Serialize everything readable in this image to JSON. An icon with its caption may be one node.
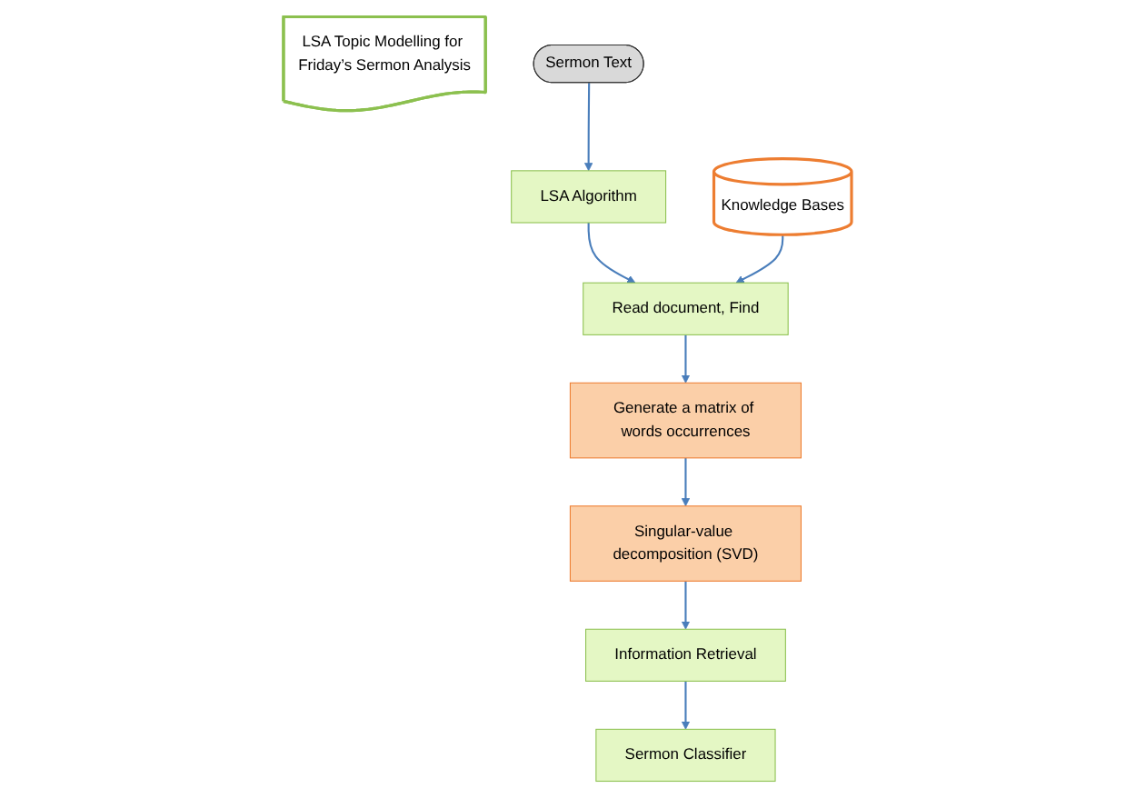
{
  "diagram": {
    "nodes": [
      {
        "text": [
          "LSA Topic Modelling for Friday’s Sermon Analysis"
        ]
      },
      {
        "text": [
          "Sermon Text"
        ]
      },
      {
        "text": [
          "LSA Algorithm"
        ]
      },
      {
        "text": [
          "Knowledge Bases"
        ]
      },
      {
        "text": [
          "Read document, Find"
        ]
      },
      {
        "text": [
          "Generate a matrix of words occurrences"
        ]
      },
      {
        "text": [
          "Singular-value decomposition (SVD)"
        ]
      },
      {
        "text": [
          "Information Retrieval"
        ]
      },
      {
        "text": [
          "Sermon Classifier"
        ]
      }
    ],
    "edges": [
      {
        "from": 1,
        "to": 2,
        "arrow": "to"
      },
      {
        "from": 2,
        "to": 4,
        "arrow": "to"
      },
      {
        "from": 3,
        "to": 4,
        "arrow": "to"
      },
      {
        "from": 4,
        "to": 5,
        "arrow": "to"
      },
      {
        "from": 5,
        "to": 6,
        "arrow": "to"
      },
      {
        "from": 6,
        "to": 7,
        "arrow": "to"
      },
      {
        "from": 7,
        "to": 8,
        "arrow": "to"
      }
    ]
  }
}
